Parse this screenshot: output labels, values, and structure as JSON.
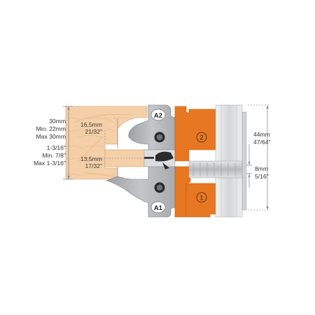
{
  "left_dims": {
    "thickness_mm": "30mm",
    "thickness_min": "Min. 22mm",
    "thickness_max": "Max 30mm",
    "thickness_in": "1-3/16\"",
    "thickness_in_min": "Min. 7/8\"",
    "thickness_in_max": "Max 1-3/16\""
  },
  "inner_dims": {
    "upper_mm": "16,5mm",
    "upper_in": "21/32\"",
    "lower_mm": "13,5mm",
    "lower_in": "17/32\""
  },
  "right_dims": {
    "height_mm": "44mm",
    "height_in": "47/64\"",
    "gap_mm": "8mm",
    "gap_in": "5/16\""
  },
  "labels": {
    "a2": "A2",
    "a1": "A1",
    "cutter_2": "2",
    "cutter_1": "1"
  },
  "colors": {
    "wood": "#f4cfa8",
    "cutter_body": "#e87722",
    "holder": "#b9bcc0",
    "arbor": "#d8dadc"
  }
}
